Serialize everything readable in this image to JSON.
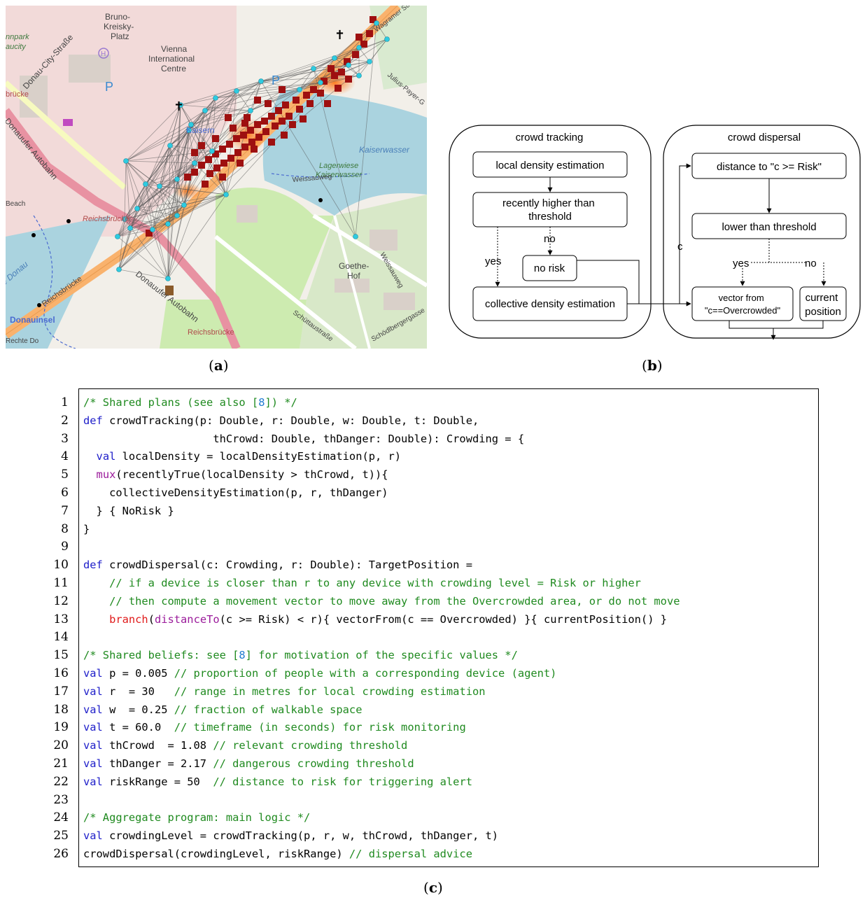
{
  "captions": {
    "a": "a",
    "b": "b",
    "c": "c"
  },
  "map": {
    "labels": {
      "bruno": [
        "Bruno-",
        "Kreisky-",
        "Platz"
      ],
      "vienna": [
        "Vienna",
        "International",
        "Centre"
      ],
      "park": [
        "nnpark",
        "aucity"
      ],
      "donau_city_strasse": "Donau-City-Straße",
      "kaisermuhlen": "Kaisern",
      "kaiserwasser": "Kaiserwasser",
      "lagerwiese": [
        "Lagerwiese",
        "Kaiserwasser"
      ],
      "weissauweg": "Weissauweg",
      "weissauweg2": "Weissauweg",
      "wagramer": "Wagramer Straße",
      "julius": "Julius-Payer-G",
      "brucke": "brücke",
      "donauufer": "Donauufer Autobahn",
      "donauufer2": "Donauufer Autobahn",
      "reichsbrucke": "Reichsbrücke",
      "reichsbrucke2": "Reichsbrücke",
      "reichsbrucke3": "Reichsbrücke",
      "beach": "Beach",
      "donau": "e Donau",
      "donauinsel": "Donauinsel",
      "goethe": [
        "Goethe-",
        "Hof"
      ],
      "schuttau": "Schüttaustraße",
      "schodlberger": "Schödlbergergasse",
      "rechte": "Rechte Do",
      "parking": "P",
      "h": "H"
    }
  },
  "flow": {
    "group_tracking": "crowd tracking",
    "group_dispersal": "crowd dispersal",
    "local_density": "local density estimation",
    "recently_higher": [
      "recently higher than",
      "threshold"
    ],
    "no": "no",
    "yes": "yes",
    "no_risk": "no risk",
    "collective_density": "collective density estimation",
    "c": "c",
    "distance_to": "distance to \"c >= Risk\"",
    "lower_than": "lower than threshold",
    "yes2": "yes",
    "no2": "no",
    "vector_from": [
      "vector from",
      "\"c==Overcrowded\""
    ],
    "current_position": [
      "current",
      "position"
    ]
  },
  "code": {
    "line_numbers": [
      "1",
      "2",
      "3",
      "4",
      "5",
      "6",
      "7",
      "8",
      "9",
      "10",
      "11",
      "12",
      "13",
      "14",
      "15",
      "16",
      "17",
      "18",
      "19",
      "20",
      "21",
      "22",
      "23",
      "24",
      "25",
      "26"
    ],
    "lines": [
      [
        [
          "cm",
          "/* Shared plans (see also ["
        ],
        [
          "cite",
          "8"
        ],
        [
          "cm",
          "]) */"
        ]
      ],
      [
        [
          "kw",
          "def"
        ],
        [
          "",
          " crowdTracking(p: Double, r: Double, w: Double, t: Double,"
        ]
      ],
      [
        [
          "",
          "                    thCrowd: Double, thDanger: Double): Crowding = {"
        ]
      ],
      [
        [
          "",
          "  "
        ],
        [
          "kw",
          "val"
        ],
        [
          "",
          " localDensity = localDensityEstimation(p, r)"
        ]
      ],
      [
        [
          "",
          "  "
        ],
        [
          "fn",
          "mux"
        ],
        [
          "",
          "(recentlyTrue(localDensity > thCrowd, t)){"
        ]
      ],
      [
        [
          "",
          "    collectiveDensityEstimation(p, r, thDanger)"
        ]
      ],
      [
        [
          "",
          "  } { NoRisk }"
        ]
      ],
      [
        [
          "",
          "}"
        ]
      ],
      [
        [
          "",
          ""
        ]
      ],
      [
        [
          "kw",
          "def"
        ],
        [
          "",
          " crowdDispersal(c: Crowding, r: Double): TargetPosition ="
        ]
      ],
      [
        [
          "",
          "    "
        ],
        [
          "cm",
          "// if a device is closer than r to any device with crowding level = Risk or higher"
        ]
      ],
      [
        [
          "",
          "    "
        ],
        [
          "cm",
          "// then compute a movement vector to move away from the Overcrowded area, or do not move"
        ]
      ],
      [
        [
          "",
          "    "
        ],
        [
          "br",
          "branch"
        ],
        [
          "",
          "("
        ],
        [
          "fn",
          "distanceTo"
        ],
        [
          "",
          "(c >= Risk) < r){ vectorFrom(c == Overcrowded) }{ currentPosition() }"
        ]
      ],
      [
        [
          "",
          ""
        ]
      ],
      [
        [
          "cm",
          "/* Shared beliefs: see ["
        ],
        [
          "cite",
          "8"
        ],
        [
          "cm",
          "] for motivation of the specific values */"
        ]
      ],
      [
        [
          "kw",
          "val"
        ],
        [
          "",
          " p = 0.005 "
        ],
        [
          "cm",
          "// proportion of people with a corresponding device (agent)"
        ]
      ],
      [
        [
          "kw",
          "val"
        ],
        [
          "",
          " r  = 30   "
        ],
        [
          "cm",
          "// range in metres for local crowding estimation"
        ]
      ],
      [
        [
          "kw",
          "val"
        ],
        [
          "",
          " w  = 0.25 "
        ],
        [
          "cm",
          "// fraction of walkable space"
        ]
      ],
      [
        [
          "kw",
          "val"
        ],
        [
          "",
          " t = 60.0  "
        ],
        [
          "cm",
          "// timeframe (in seconds) for risk monitoring"
        ]
      ],
      [
        [
          "kw",
          "val"
        ],
        [
          "",
          " thCrowd  = 1.08 "
        ],
        [
          "cm",
          "// relevant crowding threshold"
        ]
      ],
      [
        [
          "kw",
          "val"
        ],
        [
          "",
          " thDanger = 2.17 "
        ],
        [
          "cm",
          "// dangerous crowding threshold"
        ]
      ],
      [
        [
          "kw",
          "val"
        ],
        [
          "",
          " riskRange = 50  "
        ],
        [
          "cm",
          "// distance to risk for triggering alert"
        ]
      ],
      [
        [
          "",
          ""
        ]
      ],
      [
        [
          "cm",
          "/* Aggregate program: main logic */"
        ]
      ],
      [
        [
          "kw",
          "val"
        ],
        [
          "",
          " crowdingLevel = crowdTracking(p, r, w, thCrowd, thDanger, t)"
        ]
      ],
      [
        [
          "",
          "crowdDispersal(crowdingLevel, riskRange) "
        ],
        [
          "cm",
          "// dispersal advice"
        ]
      ]
    ]
  },
  "colors": {
    "keyword": "#1d1dc9",
    "comment": "#1f8a1f",
    "function": "#9b1b9b",
    "branch": "#e01b1b",
    "citation": "#1f7bd1",
    "density_square": "#9e1010",
    "device_node": "#2ecbe0"
  }
}
